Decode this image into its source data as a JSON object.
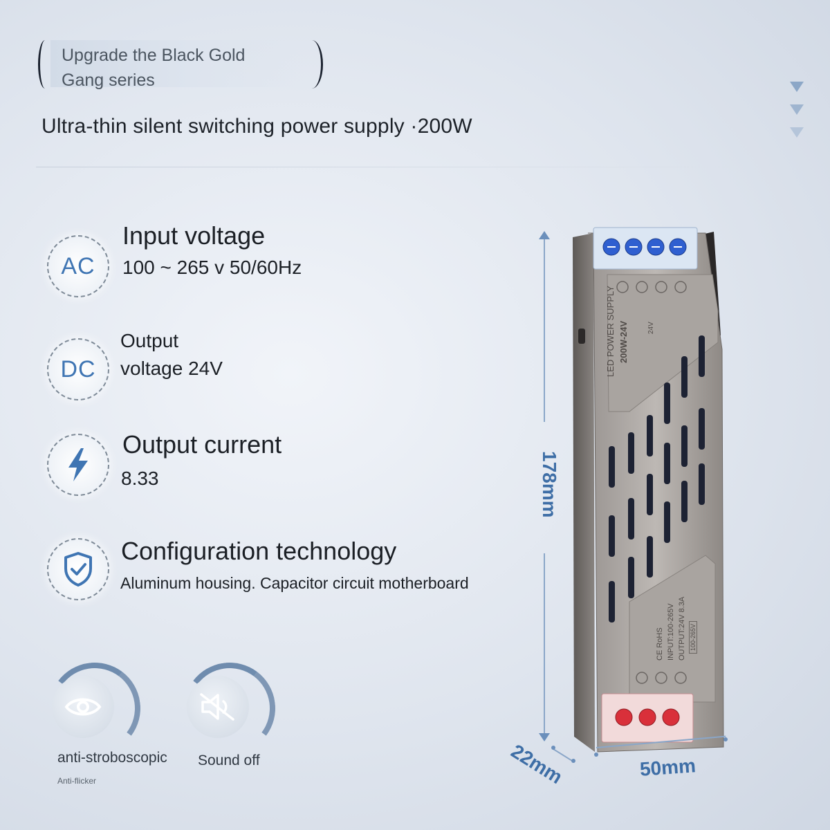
{
  "header": {
    "pill_lines": [
      "Upgrade the Black Gold",
      "Gang series"
    ],
    "subtitle": "Ultra-thin silent switching power supply ·200W"
  },
  "features": [
    {
      "icon": "AC",
      "icon_name": "ac-icon",
      "title": "Input voltage",
      "detail": "100 ~ 265 v 50/60Hz"
    },
    {
      "icon": "DC",
      "icon_name": "dc-icon",
      "title": "Output",
      "detail": "voltage 24V"
    },
    {
      "icon": "",
      "icon_name": "lightning-icon",
      "title": "Output current",
      "detail": "8.33"
    },
    {
      "icon": "",
      "icon_name": "shield-check-icon",
      "title": "Configuration technology",
      "detail": "Aluminum housing. Capacitor circuit motherboard"
    }
  ],
  "badges": [
    {
      "icon_name": "eye-icon",
      "label": "anti-stroboscopic",
      "sublabel": "Anti-flicker"
    },
    {
      "icon_name": "speaker-mute-icon",
      "label": "Sound off",
      "sublabel": ""
    }
  ],
  "product": {
    "label_top": "LED POWER SUPPLY",
    "label_model": "200W-24V",
    "label_small": "24V",
    "spec_lines": [
      "CE RoHS",
      "INPUT:100-265V",
      "OUTPUT:24V 8.3A"
    ],
    "spec_tag": "100-265V"
  },
  "dimensions": {
    "height": "178mm",
    "depth": "22mm",
    "width": "50mm"
  },
  "colors": {
    "accent": "#3f75b3",
    "dimension": "#3e6ea6",
    "terminal_blue": "#2f5fd0",
    "terminal_red": "#d9303a"
  }
}
